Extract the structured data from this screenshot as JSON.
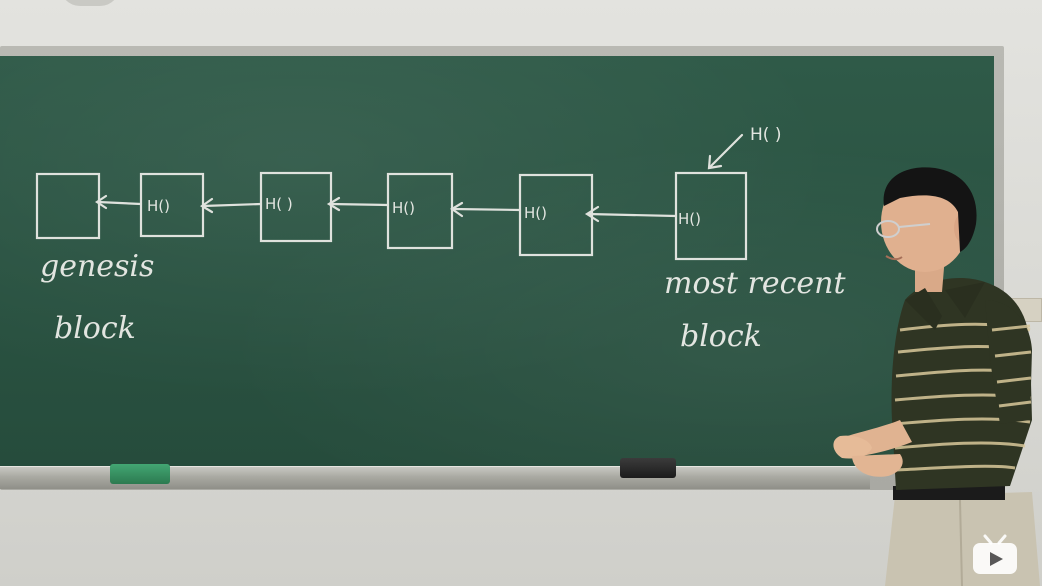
{
  "scene": "lecture-chalkboard",
  "chalk": {
    "genesis_line1": "genesis",
    "genesis_line2": "block",
    "recent_line1": "most recent",
    "recent_line2": "block",
    "hash_labels": [
      "H()",
      "H( )",
      "H()",
      "H()",
      "H()"
    ],
    "pointer_label": "H( )"
  },
  "colors": {
    "board": "#2a5342",
    "chalk": "#f2f2ee",
    "shirt": "#2f3523",
    "shirt_stripe": "#d9c89a"
  },
  "icons": {
    "watermark": "tv-logo-icon"
  }
}
